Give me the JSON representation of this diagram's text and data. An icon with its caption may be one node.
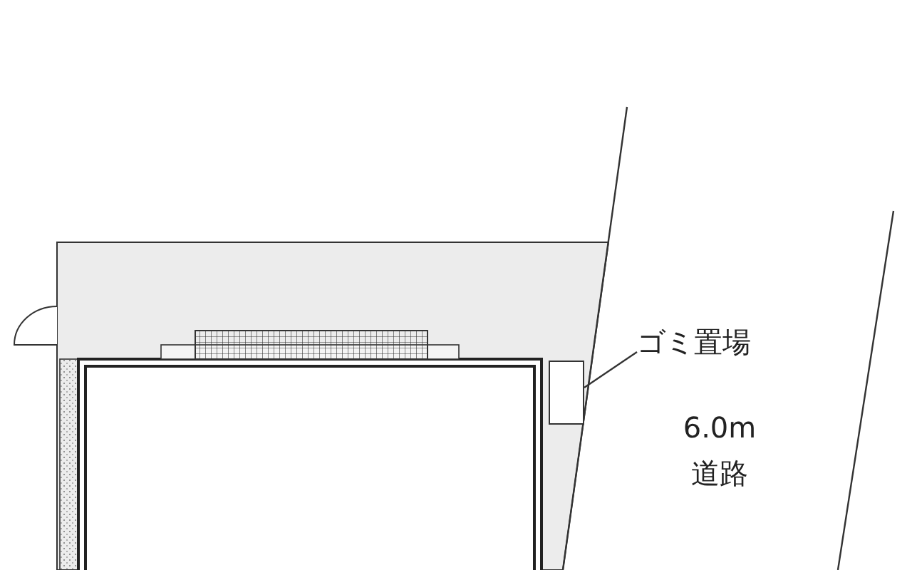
{
  "diagram": {
    "nodes": [
      {
        "text": [
          "ゴミ置場"
        ]
      },
      {
        "text": [],
        "shape": "box"
      }
    ],
    "edges": [
      {
        "from": 0,
        "to": 1,
        "arrow": "none"
      }
    ],
    "labels": [
      "6.0m 道路"
    ]
  }
}
